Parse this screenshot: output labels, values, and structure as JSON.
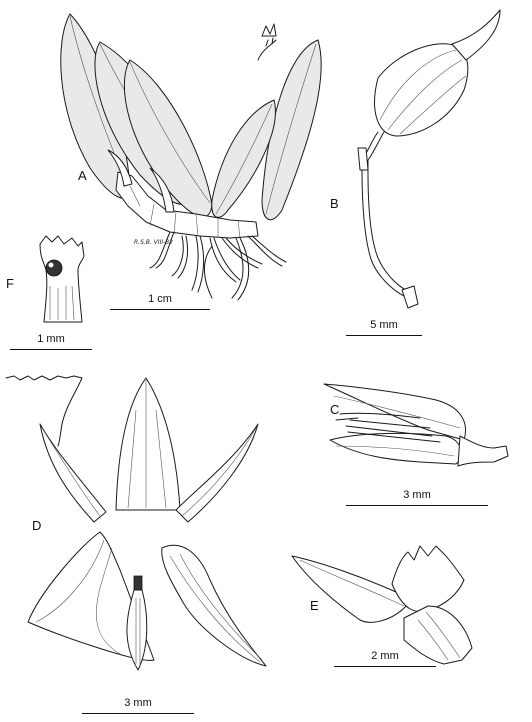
{
  "panels": {
    "a": "A",
    "b": "B",
    "c": "C",
    "d": "D",
    "e": "E",
    "f": "F"
  },
  "scales": {
    "a": "1 cm",
    "b": "5 mm",
    "c": "3 mm",
    "d": "3 mm",
    "e": "2 mm",
    "f": "1 mm"
  },
  "specimen_note": "R.S.B. VIII-82"
}
